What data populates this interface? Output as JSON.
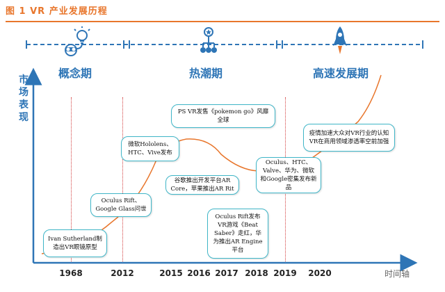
{
  "figure": {
    "title": "图 1 VR 产业发展历程"
  },
  "phases": [
    {
      "label": "概念期",
      "icon": "lightbulb-person-icon"
    },
    {
      "label": "热潮期",
      "icon": "network-star-icon"
    },
    {
      "label": "高速发展期",
      "icon": "rocket-icon"
    }
  ],
  "axes": {
    "y_label": "市场表现",
    "x_label": "时间轴"
  },
  "years": [
    "1968",
    "2012",
    "2015",
    "2016",
    "2017",
    "2018",
    "2019",
    "2020"
  ],
  "events": [
    {
      "text": "Ivan Sutherland制造出VR眼镜原型"
    },
    {
      "text": "Oculus Rift、Google Glass问世"
    },
    {
      "text": "微软Hololens、HTC、Vive发布"
    },
    {
      "text": "PS VR发售《pokemon go》风靡全球"
    },
    {
      "text": "谷歌推出开发平台AR Core，苹果推出AR Rit"
    },
    {
      "text": "Oculus Rift发布VR游戏《Beat Saber》走红，华为推出AR Engine平台"
    },
    {
      "text": "Oculus、HTC、Valve、华为、微软和Google密集发布新品"
    },
    {
      "text": "疫情加速大众对VR行业的认知VR在商用领域渗透率空前加强"
    }
  ],
  "colors": {
    "accent": "#e8762c",
    "axis": "#2e75b6",
    "curve": "#e8762c",
    "box_border": "#3fb6c8",
    "guide": "#d23c3c"
  }
}
